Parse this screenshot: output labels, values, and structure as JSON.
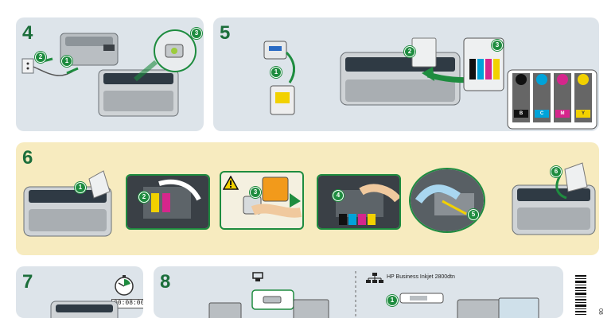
{
  "steps": {
    "s4": {
      "number": "4",
      "badges": [
        "1",
        "2",
        "3"
      ]
    },
    "s5": {
      "number": "5",
      "badges": [
        "1",
        "2",
        "3"
      ],
      "ink_labels": [
        "B",
        "C",
        "M",
        "Y"
      ]
    },
    "s6": {
      "number": "6",
      "badges": [
        "1",
        "2",
        "3",
        "4",
        "5",
        "6"
      ]
    },
    "s7": {
      "number": "7",
      "timer": "00:08:00"
    },
    "s8": {
      "number": "8",
      "badges": [
        "1"
      ],
      "network_label": "HP Business Inkjet 2800dtn"
    }
  },
  "barcode": {
    "text": "08"
  },
  "colors": {
    "panel_gray": "#dde4ea",
    "panel_cream": "#f7ebbf",
    "accent_green": "#1e8c3f",
    "ink_black": "#111111",
    "ink_cyan": "#00a3d9",
    "ink_magenta": "#d6268c",
    "ink_yellow": "#f2d100"
  },
  "icons": [
    "warning-icon",
    "stopwatch-icon",
    "usb-icon",
    "network-icon",
    "barcode-icon"
  ]
}
